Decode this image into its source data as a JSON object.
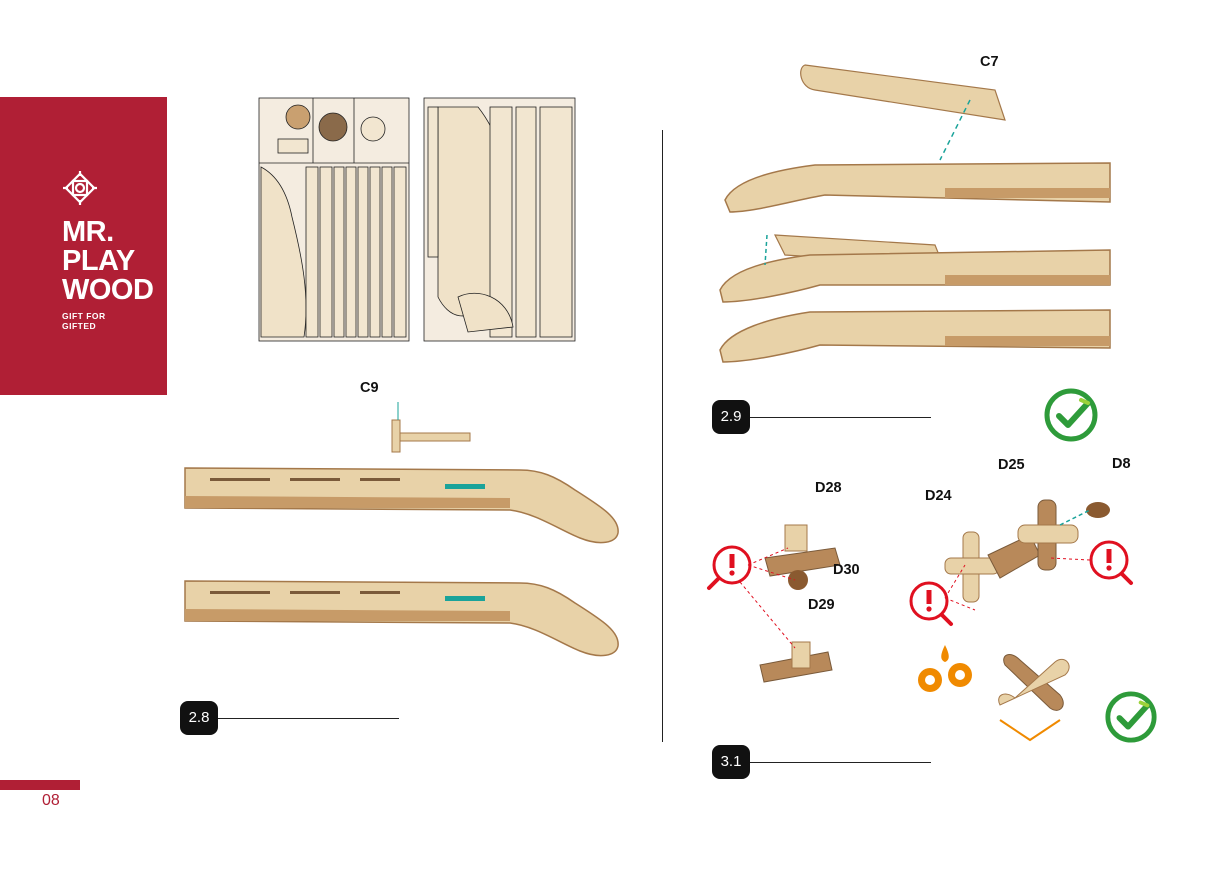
{
  "brand": {
    "color": "#b01f35",
    "logo_lines": [
      "MR.",
      "PLAY",
      "WOOD"
    ],
    "tagline_lines": [
      "GIFT FOR",
      "GIFTED"
    ]
  },
  "page": {
    "number": "08",
    "accent": "#b01f35"
  },
  "steps": [
    {
      "id": "2.8"
    },
    {
      "id": "2.9"
    },
    {
      "id": "3.1"
    }
  ],
  "parts": {
    "c7": "C7",
    "c9": "C9",
    "d28": "D28",
    "d30": "D30",
    "d29": "D29",
    "d24": "D24",
    "d25": "D25",
    "d8": "D8"
  },
  "colors": {
    "wood": "#e8d2a8",
    "wood_dark": "#a4784a",
    "leader": "#1aa39a",
    "warning": "#e01020",
    "ok": "#2e9b3a",
    "gear": "#f08a00"
  },
  "icons": [
    "logo-icon",
    "check-icon",
    "warning-magnifier-icon",
    "lubricate-gears-icon"
  ]
}
